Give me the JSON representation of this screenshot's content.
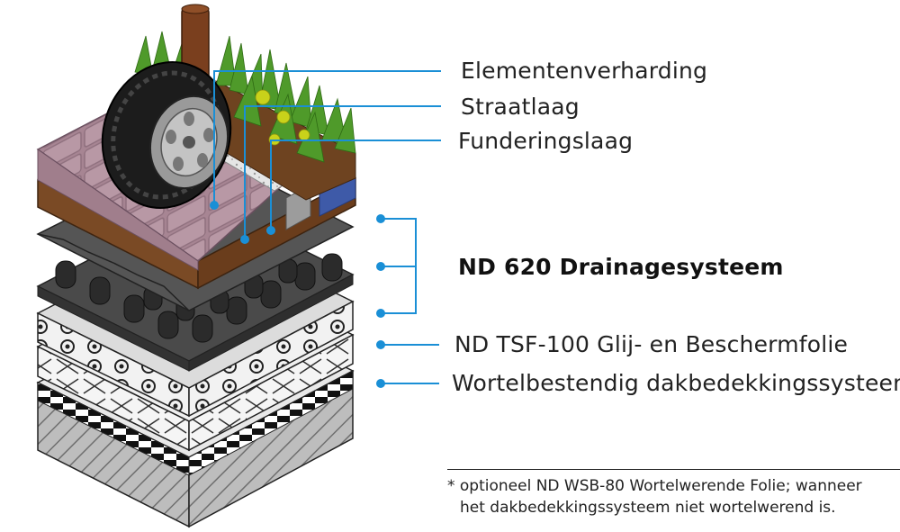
{
  "labels": {
    "elementenverharding": "Elementenverharding",
    "straatlaag": "Straatlaag",
    "funderingslaag": "Funderingslaag",
    "drainage": "ND 620 Drainagesysteem",
    "folie": "ND TSF-100 Glij- en Beschermfolie",
    "dakbedekking": "Wortelbestendig dakbedekkingssysteem*"
  },
  "footnote": {
    "line1": "* optioneel ND WSB-80 Wortelwerende Folie; wanneer",
    "line2": "het dakbedekkingssysteem niet wortelwerend is."
  },
  "colors": {
    "callout": "#1a8fd6",
    "soil": "#7a4a25",
    "paver": "#a88896",
    "grass": "#4f9a2a",
    "membrane": "#3d3d3d",
    "concrete": "#9c9c9c"
  }
}
